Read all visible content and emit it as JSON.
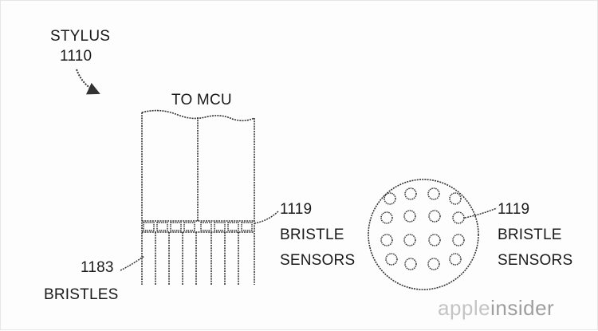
{
  "labels": {
    "stylus_name": "STYLUS",
    "stylus_number": "1110",
    "to_mcu": "TO MCU",
    "sensors_left_number": "1119",
    "sensors_left_line1": "BRISTLE",
    "sensors_left_line2": "SENSORS",
    "bristles_number": "1183",
    "bristles_label": "BRISTLES",
    "sensors_right_number": "1119",
    "sensors_right_line1": "BRISTLE",
    "sensors_right_line2": "SENSORS"
  },
  "watermark": {
    "part1": "apple",
    "part2": "insider",
    "color1": "#c4c4c4",
    "color2": "#9e9e9e"
  },
  "colors": {
    "line": "#333333",
    "background": "#fdfdfd"
  }
}
